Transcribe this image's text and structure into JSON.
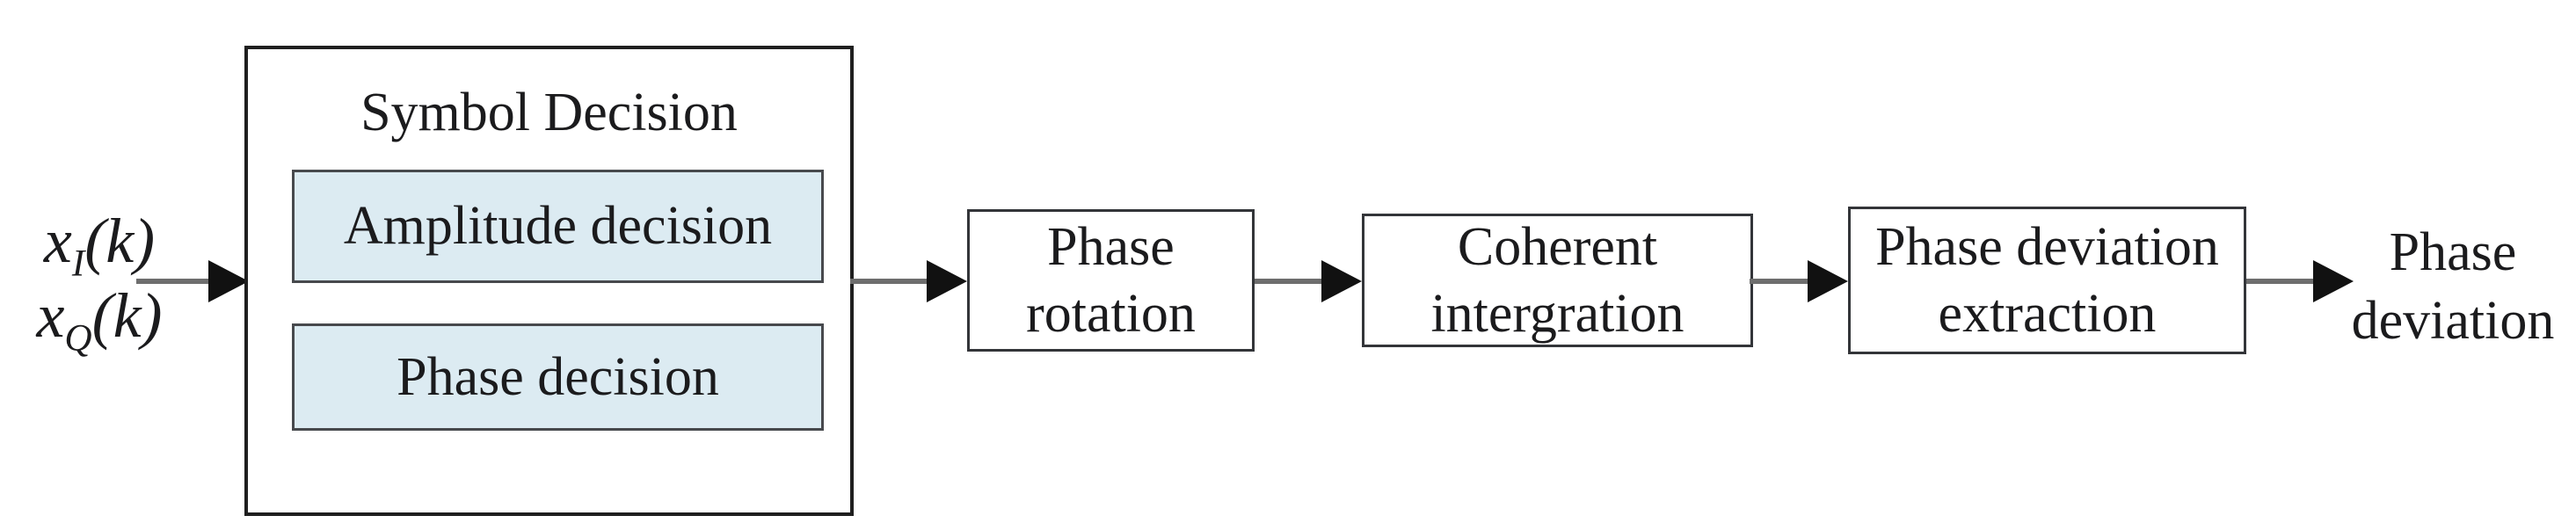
{
  "colors": {
    "sub_block_fill": "#dcebf2",
    "border_color": "#333539",
    "big_border_color": "#1f1f1f",
    "arrow_shaft": "#6e6e6e",
    "arrow_head": "#111111",
    "text_color": "#1b1b1d",
    "canvas_bg": "#ffffff"
  },
  "inputs": [
    {
      "base": "x",
      "sub": "I",
      "suffix": "(k)"
    },
    {
      "base": "x",
      "sub": "Q",
      "suffix": "(k)"
    }
  ],
  "symbol_decision": {
    "title": "Symbol Decision",
    "children": [
      {
        "label": "Amplitude decision"
      },
      {
        "label": "Phase decision"
      }
    ]
  },
  "blocks": [
    {
      "line1": "Phase",
      "line2": "rotation"
    },
    {
      "line1": "Coherent",
      "line2": "intergration"
    },
    {
      "line1": "Phase deviation",
      "line2": "extraction"
    }
  ],
  "output": {
    "line1": "Phase",
    "line2": "deviation"
  }
}
